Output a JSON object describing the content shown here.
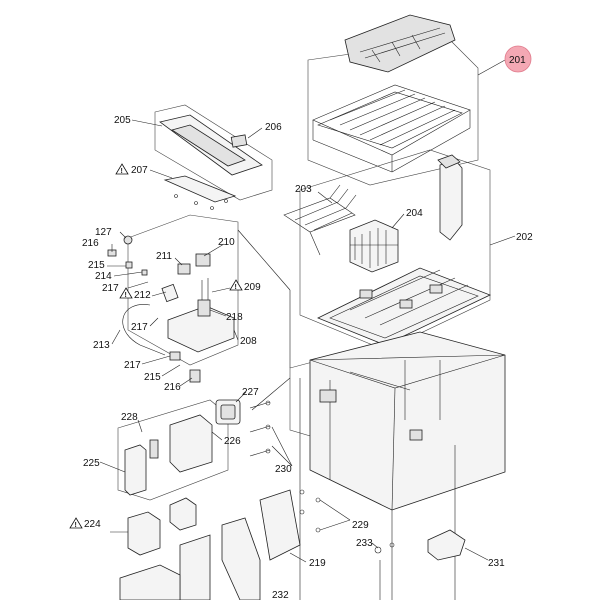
{
  "diagram": {
    "highlight_color": "#f4a8b4",
    "warning_icon": "warning-triangle-icon",
    "callouts": [
      {
        "id": "c201",
        "text": "201",
        "highlighted": true
      },
      {
        "id": "c202",
        "text": "202"
      },
      {
        "id": "c203",
        "text": "203"
      },
      {
        "id": "c204",
        "text": "204"
      },
      {
        "id": "c205",
        "text": "205"
      },
      {
        "id": "c206",
        "text": "206"
      },
      {
        "id": "c207",
        "text": "207",
        "warning": true
      },
      {
        "id": "c127",
        "text": "127"
      },
      {
        "id": "c216a",
        "text": "216"
      },
      {
        "id": "c211",
        "text": "211"
      },
      {
        "id": "c210",
        "text": "210"
      },
      {
        "id": "c215a",
        "text": "215"
      },
      {
        "id": "c214",
        "text": "214"
      },
      {
        "id": "c217a",
        "text": "217"
      },
      {
        "id": "c212",
        "text": "212",
        "warning": true
      },
      {
        "id": "c209",
        "text": "209",
        "warning": true
      },
      {
        "id": "c217b",
        "text": "217"
      },
      {
        "id": "c218",
        "text": "218"
      },
      {
        "id": "c213",
        "text": "213"
      },
      {
        "id": "c208",
        "text": "208"
      },
      {
        "id": "c217c",
        "text": "217"
      },
      {
        "id": "c215b",
        "text": "215"
      },
      {
        "id": "c216b",
        "text": "216"
      },
      {
        "id": "c227",
        "text": "227"
      },
      {
        "id": "c228",
        "text": "228"
      },
      {
        "id": "c226",
        "text": "226"
      },
      {
        "id": "c225",
        "text": "225"
      },
      {
        "id": "c230",
        "text": "230"
      },
      {
        "id": "c224",
        "text": "224",
        "warning": true
      },
      {
        "id": "c229",
        "text": "229"
      },
      {
        "id": "c233",
        "text": "233"
      },
      {
        "id": "c231",
        "text": "231"
      },
      {
        "id": "c219",
        "text": "219"
      },
      {
        "id": "c232",
        "text": "232"
      }
    ]
  }
}
